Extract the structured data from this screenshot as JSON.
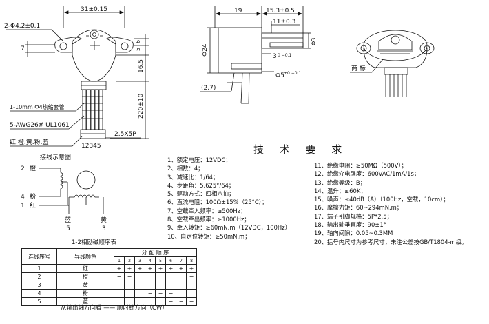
{
  "front_view": {
    "dim_width": "31±0.15",
    "dim_holes": "2-Φ4.2±0.1",
    "dim_7": "7",
    "dim_6": "6",
    "dim_5": "5",
    "dim_16_5": "16.5",
    "dim_220": "220±10",
    "label_sleeve": "1-10mm  Φ4热缩套管",
    "label_wire": "5-AWG26# UL1061",
    "label_colors": "红.橙.黄.粉.蓝",
    "connector_pitch": "2.5X5P",
    "connector_pins": "12345"
  },
  "side_view": {
    "dim_19": "19",
    "dim_15_3": "15.3±0.5",
    "dim_11": "11±0.3",
    "dim_phi24": "Φ24",
    "dim_3": "3",
    "dim_3_tol": "0 −0.1",
    "dim_phi5": "Φ5",
    "dim_phi5_tol": "+0 −0.1",
    "dim_2_7": "(2.7)",
    "dim_phi3": "Φ3"
  },
  "iso_view": {
    "trademark_label": "商  标"
  },
  "wiring": {
    "title": "接线示意图",
    "labels": [
      {
        "num": "2",
        "color": "橙"
      },
      {
        "num": "4",
        "color": "粉"
      },
      {
        "num": "1",
        "color": "红"
      },
      {
        "num": "",
        "color": "蓝"
      },
      {
        "num": "",
        "color": "黄"
      }
    ],
    "num_5": "5",
    "num_3": "3"
  },
  "spec_title": "技 术 要 求",
  "specs_left": [
    "1、额定电压：12VDC；",
    "2、相数：4；",
    "3、减速比：1/64；",
    "4、步距角：5.625°/64；",
    "5、驱动方式：四相八拍；",
    "6、直流电阻：100Ω±15%（25°C）；",
    "7、空载牵入频率：≥500Hz；",
    "8、空载牵出频率：≥1000Hz；",
    "9、牵入转矩：≥60mN.m（12VDC，100Hz）",
    "10、自定位转矩：≥50mN.m；"
  ],
  "specs_right": [
    "11、绝缘电阻：≥50MΩ（500V）；",
    "12、绝缘介电强度：600VAC/1mA/1s；",
    "13、绝缘等级：B；",
    "14、温升：≤60K；",
    "15、噪声：≤40dB（A）（100Hz，空载，10cm）；",
    "16、摩擦力矩：60~294mN.m；",
    "17、端子引脚规格：5P*2.5；",
    "18、输出轴垂直度：90±1°",
    "19、轴向间隙：0.05~0.3MM",
    "20、括号内尺寸为参考尺寸，未注公差按GB/T1804-m级。"
  ],
  "sequence": {
    "caption": "1-2相励磁顺序表",
    "col_lead": "连线序号",
    "col_color": "导线颜色",
    "col_order": "分  配  顺  序",
    "steps": [
      "1",
      "2",
      "3",
      "4",
      "5",
      "6",
      "7",
      "8"
    ],
    "rows": [
      {
        "n": "1",
        "color": "红",
        "cells": [
          "+",
          "+",
          "+",
          "+",
          "+",
          "+",
          "+",
          "+"
        ]
      },
      {
        "n": "2",
        "color": "橙",
        "cells": [
          "−",
          "−",
          "",
          "",
          "",
          "",
          "",
          "−"
        ]
      },
      {
        "n": "3",
        "color": "黄",
        "cells": [
          "",
          "−",
          "−",
          "−",
          "",
          "",
          "",
          ""
        ]
      },
      {
        "n": "4",
        "color": "粉",
        "cells": [
          "",
          "",
          "",
          "−",
          "−",
          "−",
          "",
          ""
        ]
      },
      {
        "n": "5",
        "color": "蓝",
        "cells": [
          "",
          "",
          "",
          "",
          "",
          "−",
          "−",
          "−"
        ]
      }
    ],
    "footer": "从输出轴方向看 —— 顺时针方向（CW）"
  }
}
